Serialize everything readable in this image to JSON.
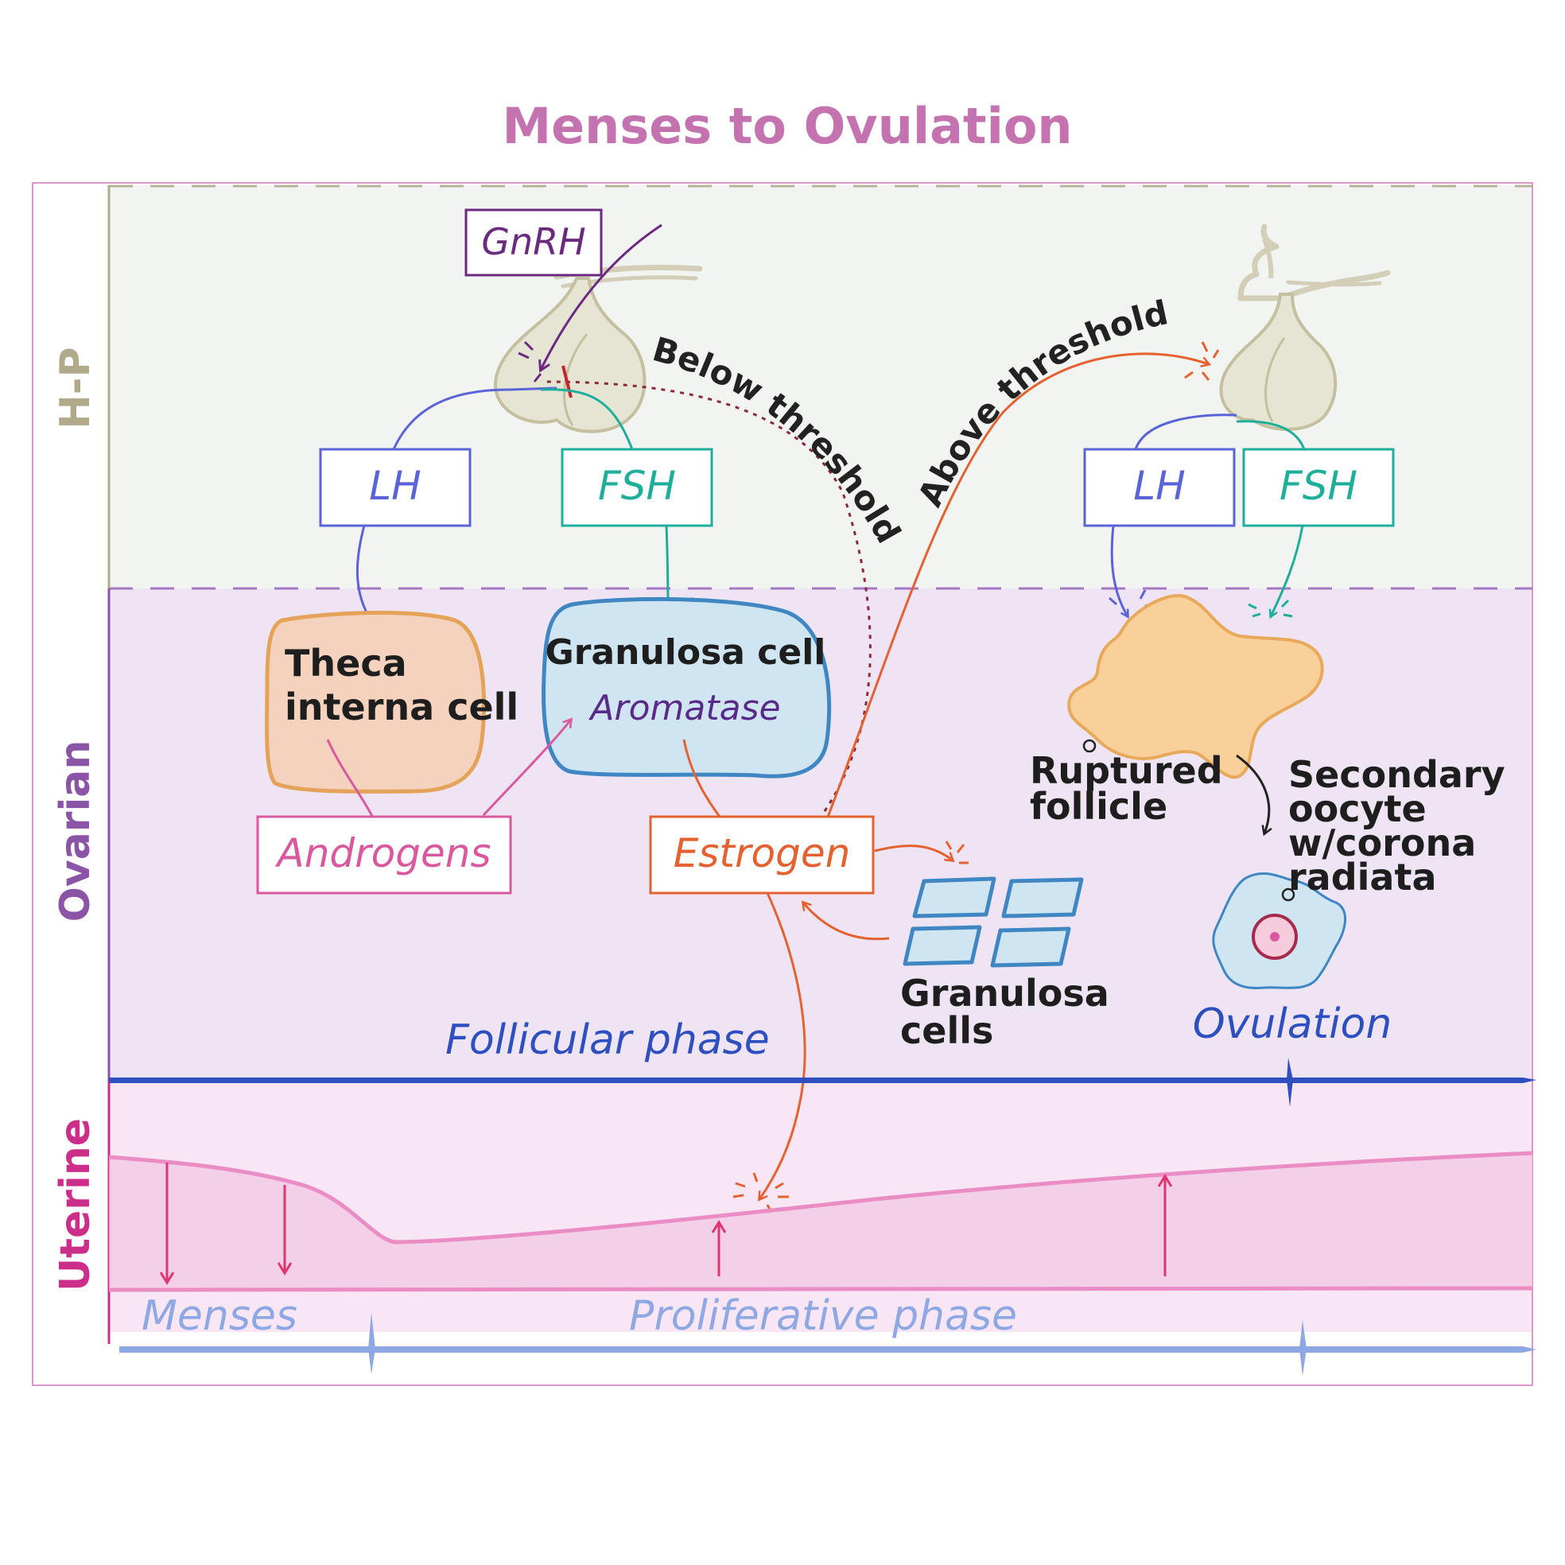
{
  "title": "Menses to Ovulation",
  "colors": {
    "hp": "#b1aa8a",
    "ovarian": "#8a55a6",
    "uterine": "#cc2f8a",
    "lh": "#5a63d8",
    "fsh": "#1fae9a",
    "androgens": "#d9589e",
    "estrogen": "#e5612f",
    "gnrh": "#6b2a7f",
    "follicular": "#2d4fc0",
    "proliferative": "#8ea8e4"
  },
  "sections": {
    "hp": "H-P",
    "ovarian": "Ovarian",
    "uterine": "Uterine"
  },
  "hormones": {
    "gnrh": "GnRH",
    "lh_left": "LH",
    "fsh_left": "FSH",
    "lh_right": "LH",
    "fsh_right": "FSH",
    "androgens": "Androgens",
    "estrogen": "Estrogen"
  },
  "feedback": {
    "below": "Below threshold",
    "above": "Above threshold"
  },
  "cells": {
    "theca_line1": "Theca",
    "theca_line2": "interna cell",
    "granulosa_cell": "Granulosa cell",
    "aromatase": "Aromatase",
    "granulosa_cells_line1": "Granulosa",
    "granulosa_cells_line2": "cells",
    "ruptured_line1": "Ruptured",
    "ruptured_line2": "follicle",
    "oocyte_line1": "Secondary",
    "oocyte_line2": "oocyte",
    "oocyte_line3": "w/corona",
    "oocyte_line4": "radiata"
  },
  "phases": {
    "follicular": "Follicular phase",
    "ovulation": "Ovulation",
    "menses": "Menses",
    "proliferative": "Proliferative phase"
  }
}
